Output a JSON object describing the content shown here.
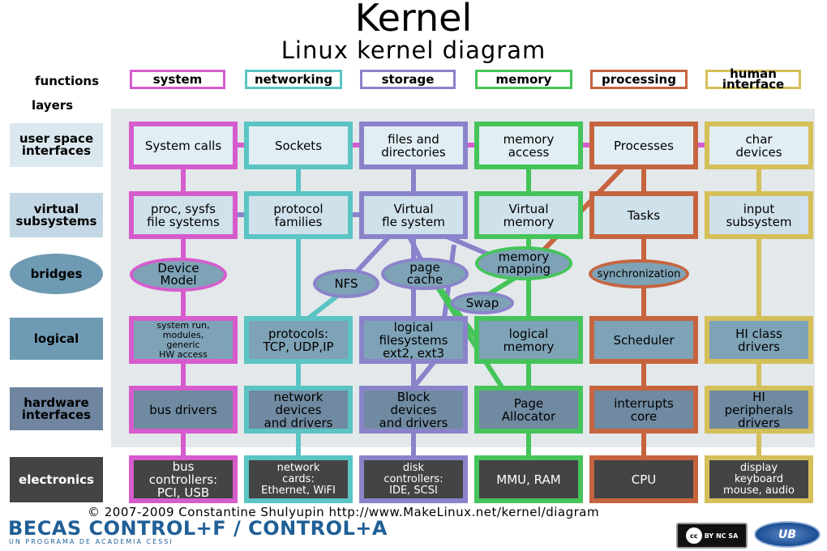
{
  "title": "Kernel",
  "subtitle": "Linux kernel diagram",
  "functions_label": "functions",
  "layers_label": "layers",
  "colors": {
    "system": "#d65ccd",
    "networking": "#5bc4c4",
    "storage": "#8a83cb",
    "memory": "#45c45a",
    "processing": "#c6643f",
    "human": "#d5bf58",
    "panel": "#e3e8ea",
    "layer_bg": "#cfe1ea"
  },
  "functions": [
    "system",
    "networking",
    "storage",
    "memory",
    "processing",
    "human\ninterface"
  ],
  "layers": [
    "user space\ninterfaces",
    "virtual\nsubsystems",
    "bridges",
    "logical",
    "hardware\ninterfaces",
    "electronics"
  ],
  "user_space": [
    "System calls",
    "Sockets",
    "files and\ndirectories",
    "memory\naccess",
    "Processes",
    "char\ndevices"
  ],
  "virtual": [
    "proc, sysfs\nfile systems",
    "protocol\nfamilies",
    "Virtual\nfle system",
    "Virtual\nmemory",
    "Tasks",
    "input\nsubsystem"
  ],
  "bridges": {
    "device_model": "Device\nModel",
    "nfs": "NFS",
    "page_cache": "page\ncache",
    "memory_mapping": "memory\nmapping",
    "swap": "Swap",
    "synchronization": "synchronization"
  },
  "logical": [
    "system run,\nmodules,\ngeneric\nHW access",
    "protocols:\nTCP, UDP,IP",
    "logical\nfilesystems\next2, ext3",
    "logical\nmemory",
    "Scheduler",
    "HI class\ndrivers"
  ],
  "hardware": [
    "bus drivers",
    "network\ndevices\nand drivers",
    "Block\ndevices\nand drivers",
    "Page\nAllocator",
    "interrupts\ncore",
    "HI\nperipherals\ndrivers"
  ],
  "electronics": [
    "bus\ncontrollers:\nPCI, USB",
    "network\ncards:\nEthernet, WiFI",
    "disk\ncontrollers:\nIDE, SCSI",
    "MMU, RAM",
    "CPU",
    "display\nkeyboard\nmouse, audio"
  ],
  "copyright": "© 2007-2009 Constantine Shulyupin http://www.MakeLinux.net/kernel/diagram",
  "footer_brand": "BECAS CONTROL+F / CONTROL+A",
  "footer_sub": "UN PROGRAMA DE ACADEMIA CESSI",
  "cc_badge": "BY NC SA",
  "ub_logo": "UB"
}
